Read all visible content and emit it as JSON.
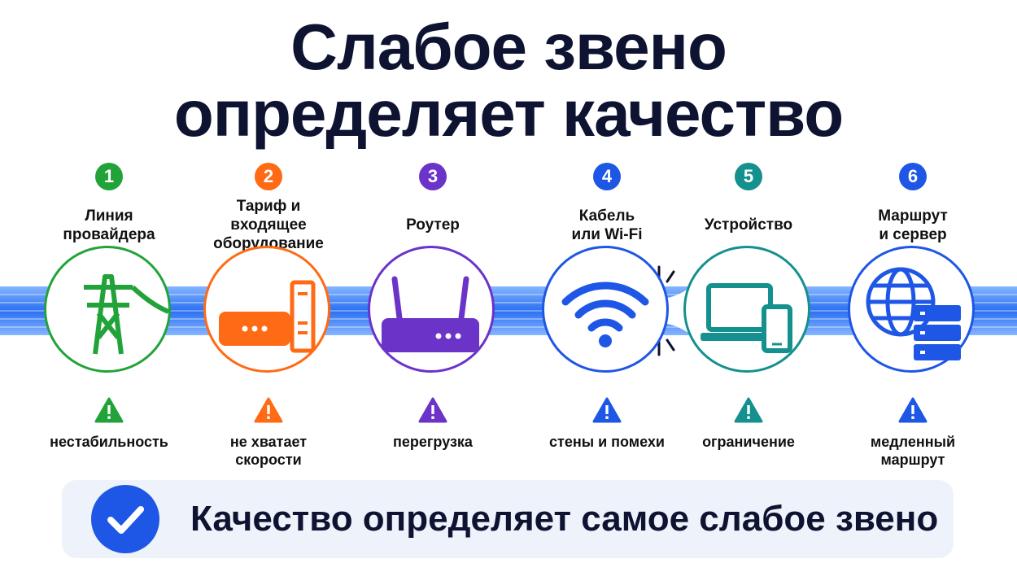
{
  "title": {
    "line1": "Слабое звено",
    "line2": "определяет качество"
  },
  "stages": [
    {
      "number": "1",
      "label": "Линия\nпровайдера",
      "issue": "нестабильность",
      "color": "#22a33a",
      "icon": "power-line-tower-icon"
    },
    {
      "number": "2",
      "label": "Тариф и\nвходящее\nоборудование",
      "issue": "не хватает\nскорости",
      "color": "#ff6a14",
      "icon": "modem-and-ont-icon"
    },
    {
      "number": "3",
      "label": "Роутер",
      "issue": "перегрузка",
      "color": "#6b33c8",
      "icon": "router-icon"
    },
    {
      "number": "4",
      "label": "Кабель\nили Wi-Fi",
      "issue": "стены и помехи",
      "color": "#1e56e6",
      "icon": "wifi-icon"
    },
    {
      "number": "5",
      "label": "Устройство",
      "issue": "ограничение",
      "color": "#14908e",
      "icon": "laptop-and-phone-icon"
    },
    {
      "number": "6",
      "label": "Маршрут\nи сервер",
      "issue": "медленный\nмаршрут",
      "color": "#1e56e6",
      "icon": "globe-and-server-icon"
    }
  ],
  "banner": {
    "text": "Качество определяет самое слабое звено",
    "icon": "checkmark-icon",
    "color": "#1e56e6"
  },
  "accent_colors": {
    "flow": "#2f7bf5",
    "title": "#0d1330"
  }
}
